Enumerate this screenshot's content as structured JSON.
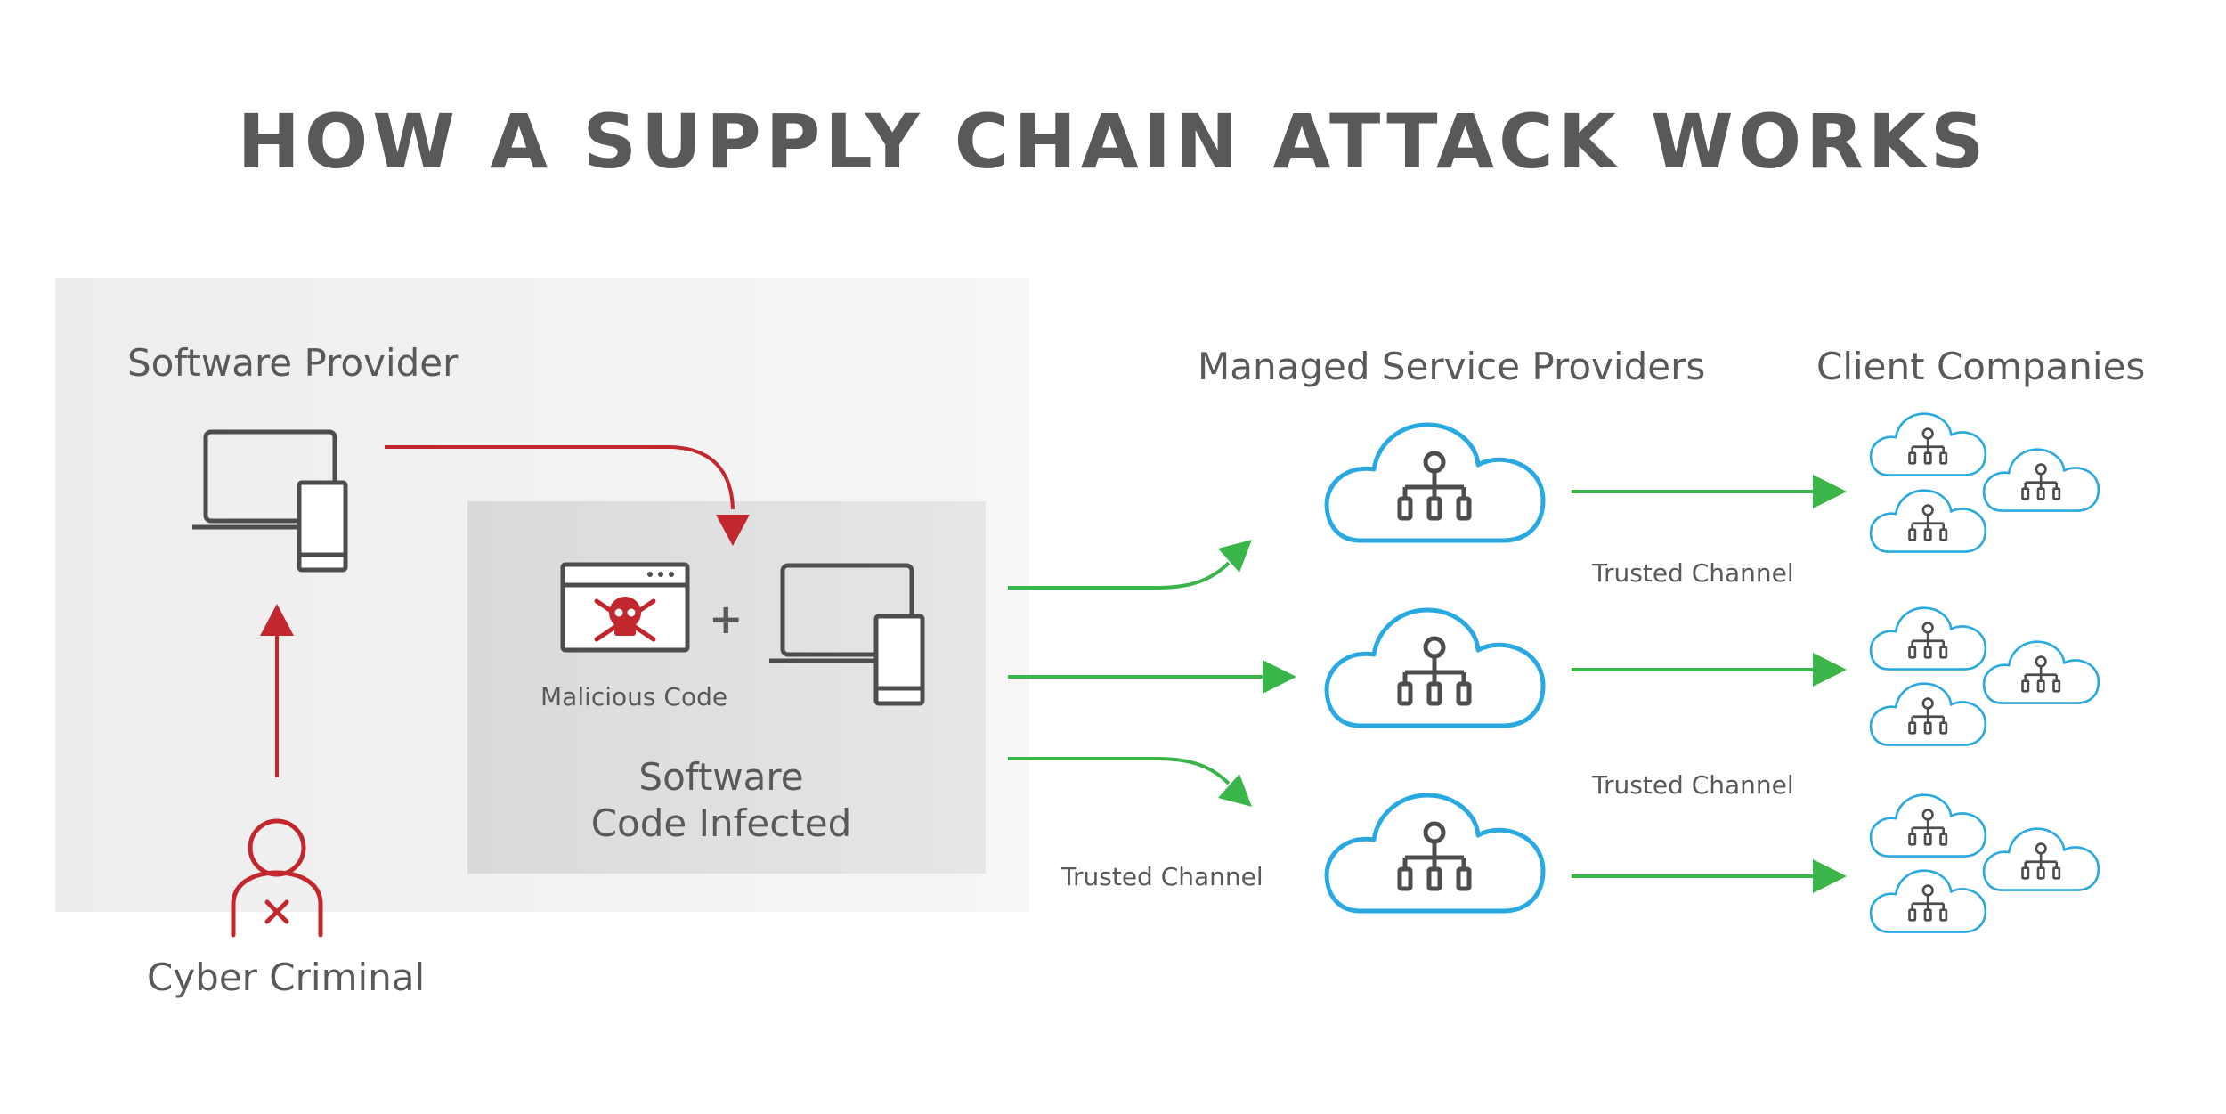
{
  "title": "HOW A SUPPLY CHAIN ATTACK WORKS",
  "labels": {
    "software_provider": "Software Provider",
    "malicious_code": "Malicious Code",
    "software_infected_line1": "Software",
    "software_infected_line2": "Code Infected",
    "cyber_criminal": "Cyber Criminal",
    "managed_service_providers": "Managed Service Providers",
    "client_companies": "Client Companies",
    "trusted_channel_1": "Trusted Channel",
    "trusted_channel_2": "Trusted Channel",
    "trusted_channel_3": "Trusted Channel",
    "plus": "+"
  },
  "colors": {
    "text": "#58595b",
    "attack_red": "#c1272d",
    "trusted_green": "#39b54a",
    "cloud_blue": "#29a9e0",
    "device_gray": "#4d4d4f",
    "panel_outer": "#f1f1f2",
    "panel_inner": "#dcdcde"
  },
  "icons": {
    "provider_device": "laptop-phone-icon",
    "malicious_code": "skull-browser-icon",
    "infected_device": "laptop-phone-icon",
    "criminal": "hacker-person-icon",
    "msp": "cloud-network-icon",
    "client": "cloud-network-icon"
  }
}
